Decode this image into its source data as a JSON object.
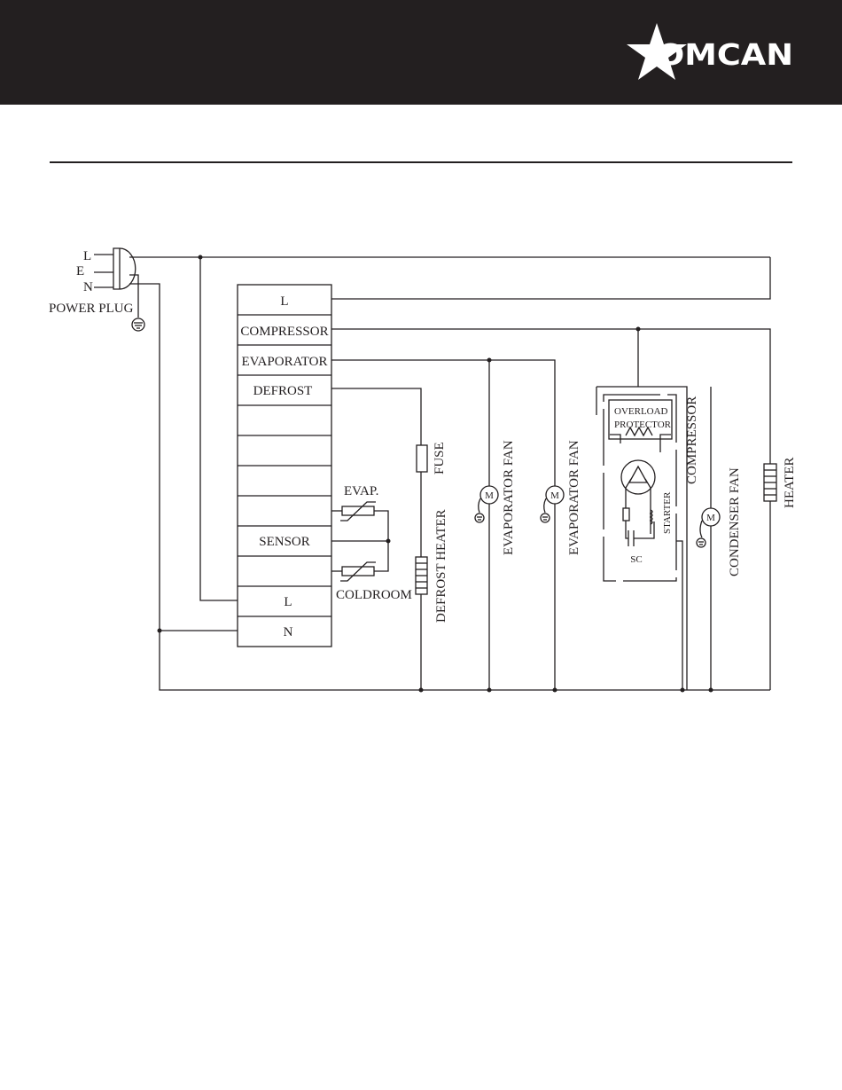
{
  "header": {
    "brand": "OMCAN",
    "colors": {
      "bar": "#231f20",
      "logo": "#ffffff",
      "ink": "#231f20"
    }
  },
  "diagram": {
    "plug": {
      "L": "L",
      "E": "E",
      "N": "N",
      "title": "POWER PLUG"
    },
    "terminals": [
      "L",
      "COMPRESSOR",
      "EVAPORATOR",
      "DEFROST",
      "",
      "",
      "",
      "",
      "SENSOR",
      "",
      "L",
      "N"
    ],
    "sensors": {
      "evap": "EVAP.",
      "coldroom": "COLDROOM"
    },
    "components": {
      "fuse": "FUSE",
      "defrost_heater": "DEFROST  HEATER",
      "evaporator_fan_1": "EVAPORATOR  FAN",
      "evaporator_fan_2": "EVAPORATOR  FAN",
      "motor_symbol": "M",
      "overload_line1": "OVERLOAD",
      "overload_line2": "PROTECTOR",
      "compressor": "COMPRESSOR",
      "starter": "STARTER",
      "sc": "SC",
      "condenser_fan": "CONDENSER  FAN",
      "heater": "HEATER"
    }
  }
}
